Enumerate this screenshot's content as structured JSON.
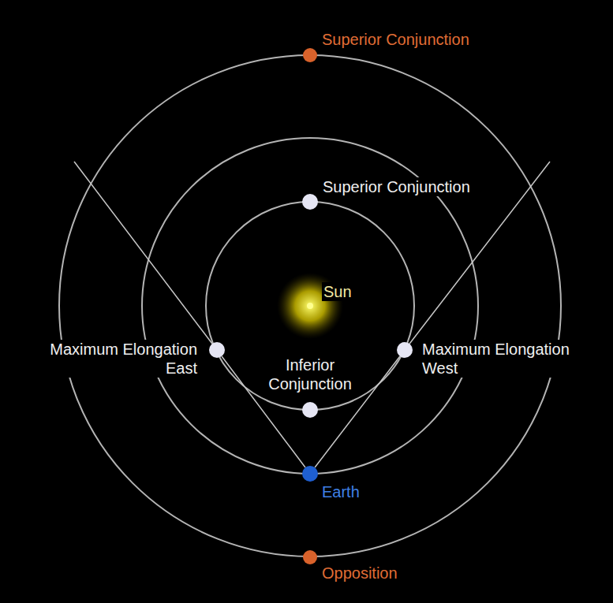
{
  "diagram": {
    "nodes": [
      {
        "text": [
          "Superior Conjunction"
        ]
      },
      {
        "text": [
          "Superior Conjunction"
        ]
      },
      {
        "text": [
          "Sun"
        ]
      },
      {
        "text": [
          "Maximum Elongation East"
        ]
      },
      {
        "text": [
          "Maximum Elongation West"
        ]
      },
      {
        "text": [
          "Inferior Conjunction"
        ]
      },
      {
        "text": [
          "Earth"
        ]
      },
      {
        "text": [
          "Opposition"
        ]
      }
    ],
    "edges": [
      {
        "from": 6,
        "to": 3,
        "arrow": "none"
      },
      {
        "from": 6,
        "to": 4,
        "arrow": "none"
      }
    ]
  }
}
